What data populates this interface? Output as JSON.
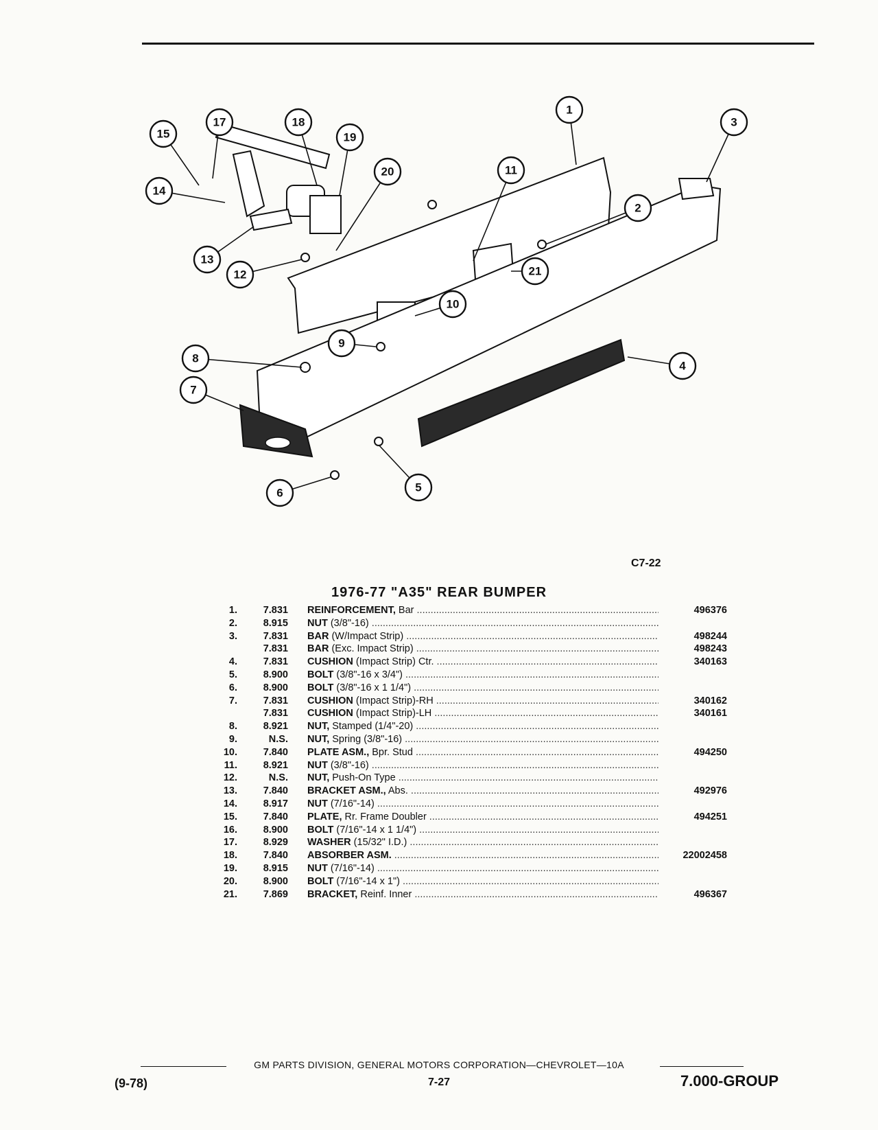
{
  "figure_code": "C7-22",
  "title": "1976-77 \"A35\" REAR BUMPER",
  "callouts": [
    "1",
    "2",
    "3",
    "4",
    "5",
    "6",
    "7",
    "8",
    "9",
    "10",
    "11",
    "12",
    "13",
    "14",
    "15",
    "17",
    "18",
    "19",
    "20",
    "21"
  ],
  "parts": [
    {
      "no": "1.",
      "group": "7.831",
      "name": "REINFORCEMENT,",
      "desc": " Bar",
      "part_no": "496376"
    },
    {
      "no": "2.",
      "group": "8.915",
      "name": "NUT",
      "desc": " (3/8\"-16)",
      "part_no": ""
    },
    {
      "no": "3.",
      "group": "7.831",
      "name": "BAR",
      "desc": " (W/Impact Strip)",
      "part_no": "498244"
    },
    {
      "no": "",
      "group": "7.831",
      "name": "BAR",
      "desc": " (Exc. Impact Strip)",
      "part_no": "498243"
    },
    {
      "no": "4.",
      "group": "7.831",
      "name": "CUSHION",
      "desc": " (Impact Strip) Ctr.",
      "part_no": "340163"
    },
    {
      "no": "5.",
      "group": "8.900",
      "name": "BOLT",
      "desc": " (3/8\"-16 x 3/4\")",
      "part_no": ""
    },
    {
      "no": "6.",
      "group": "8.900",
      "name": "BOLT",
      "desc": " (3/8\"-16 x 1 1/4\")",
      "part_no": ""
    },
    {
      "no": "7.",
      "group": "7.831",
      "name": "CUSHION",
      "desc": " (Impact Strip)-RH",
      "part_no": "340162"
    },
    {
      "no": "",
      "group": "7.831",
      "name": "CUSHION",
      "desc": " (Impact Strip)-LH",
      "part_no": "340161"
    },
    {
      "no": "8.",
      "group": "8.921",
      "name": "NUT,",
      "desc": " Stamped (1/4\"-20)",
      "part_no": ""
    },
    {
      "no": "9.",
      "group": "N.S.",
      "name": "NUT,",
      "desc": " Spring (3/8\"-16)",
      "part_no": ""
    },
    {
      "no": "10.",
      "group": "7.840",
      "name": "PLATE ASM.,",
      "desc": " Bpr. Stud",
      "part_no": "494250"
    },
    {
      "no": "11.",
      "group": "8.921",
      "name": "NUT",
      "desc": " (3/8\"-16)",
      "part_no": ""
    },
    {
      "no": "12.",
      "group": "N.S.",
      "name": "NUT,",
      "desc": " Push-On Type",
      "part_no": ""
    },
    {
      "no": "13.",
      "group": "7.840",
      "name": "BRACKET ASM.,",
      "desc": " Abs.",
      "part_no": "492976"
    },
    {
      "no": "14.",
      "group": "8.917",
      "name": "NUT",
      "desc": " (7/16\"-14)",
      "part_no": ""
    },
    {
      "no": "15.",
      "group": "7.840",
      "name": "PLATE,",
      "desc": " Rr. Frame Doubler",
      "part_no": "494251"
    },
    {
      "no": "16.",
      "group": "8.900",
      "name": "BOLT",
      "desc": " (7/16\"-14 x 1 1/4\")",
      "part_no": ""
    },
    {
      "no": "17.",
      "group": "8.929",
      "name": "WASHER",
      "desc": " (15/32\" I.D.)",
      "part_no": ""
    },
    {
      "no": "18.",
      "group": "7.840",
      "name": "ABSORBER ASM.",
      "desc": "",
      "part_no": "22002458"
    },
    {
      "no": "19.",
      "group": "8.915",
      "name": "NUT",
      "desc": " (7/16\"-14)",
      "part_no": ""
    },
    {
      "no": "20.",
      "group": "8.900",
      "name": "BOLT",
      "desc": " (7/16\"-14 x 1\")",
      "part_no": ""
    },
    {
      "no": "21.",
      "group": "7.869",
      "name": "BRACKET,",
      "desc": " Reinf. Inner",
      "part_no": "496367"
    }
  ],
  "footer": {
    "publisher": "GM PARTS DIVISION, GENERAL MOTORS CORPORATION—CHEVROLET—10A",
    "date": "(9-78)",
    "page": "7-27",
    "group": "7.000-GROUP"
  }
}
